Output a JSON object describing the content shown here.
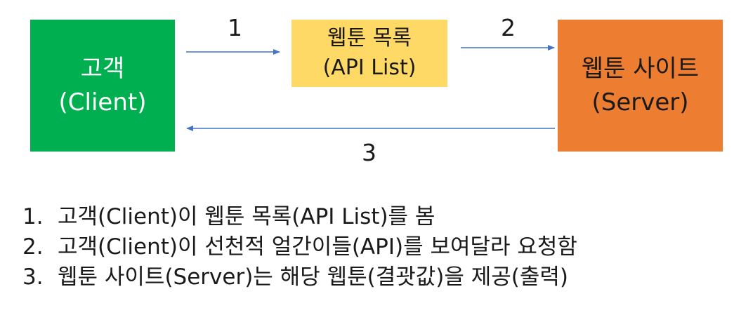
{
  "colors": {
    "client": "#00b050",
    "api": "#ffd966",
    "server": "#ed7d31",
    "arrow": "#4472c4"
  },
  "nodes": {
    "client": {
      "line1": "고객",
      "line2": "(Client)"
    },
    "api": {
      "line1": "웹툰 목록",
      "line2": "(API List)"
    },
    "server": {
      "line1": "웹툰 사이트",
      "line2": "(Server)"
    }
  },
  "flow": {
    "step1": "1",
    "step2": "2",
    "step3": "3"
  },
  "steps": [
    {
      "num": "1.",
      "text": "고객(Client)이 웹툰 목록(API List)를 봄"
    },
    {
      "num": "2.",
      "text": "고객(Client)이 선천적 얼간이들(API)를 보여달라 요청함"
    },
    {
      "num": "3.",
      "text": "웹툰 사이트(Server)는 해당 웹툰(결괏값)을 제공(출력)"
    }
  ]
}
